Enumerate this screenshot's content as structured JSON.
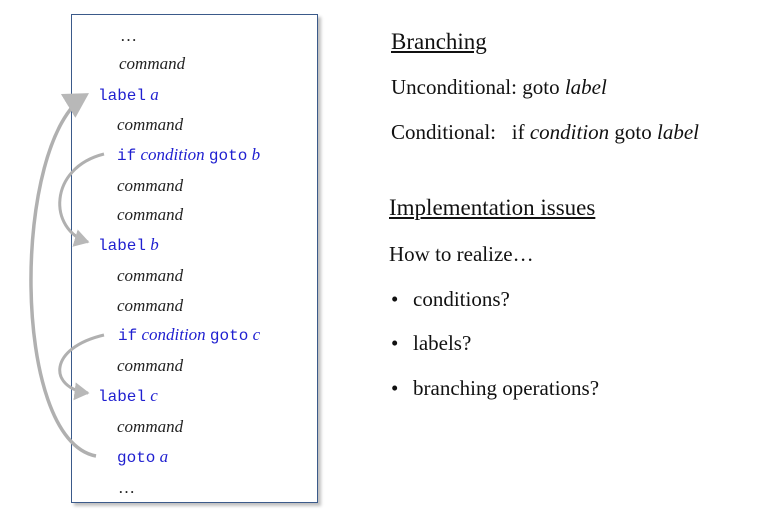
{
  "code": {
    "ellipsis": "…",
    "command": "command",
    "kw_label": "label",
    "kw_if": "if",
    "kw_goto": "goto",
    "var_a": "a",
    "var_b": "b",
    "var_c": "c",
    "condition": "condition"
  },
  "branching": {
    "heading": "Branching",
    "uncond_prefix": "Unconditional: goto",
    "uncond_label": "label",
    "cond_prefix": "Conditional:",
    "cond_if": "if",
    "cond_condition": "condition",
    "cond_goto": "goto",
    "cond_label": "label"
  },
  "implementation": {
    "heading": "Implementation issues",
    "intro": "How to realize…",
    "bullet_symbol": "•",
    "items": [
      "conditions?",
      "labels?",
      "branching operations?"
    ]
  },
  "colors": {
    "keyword_blue": "#1f1fd0",
    "box_border": "#3b5a8a",
    "arrow_gray": "#b0b0b0"
  }
}
